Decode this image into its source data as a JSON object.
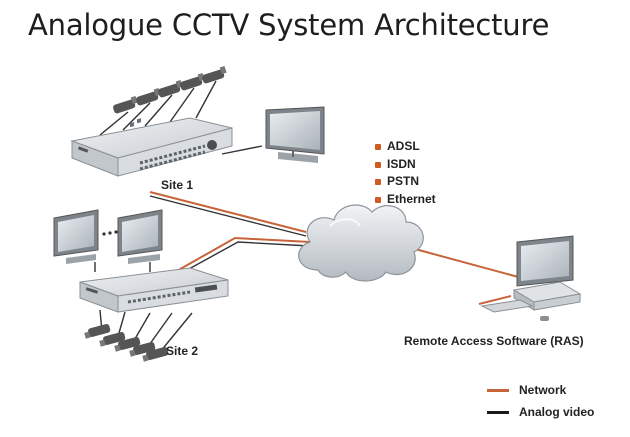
{
  "title": "Analogue CCTV System Architecture",
  "sites": {
    "site1_label": "Site 1",
    "site2_label": "Site 2"
  },
  "connection_types": [
    "ADSL",
    "ISDN",
    "PSTN",
    "Ethernet"
  ],
  "remote_label": "Remote Access Software (RAS)",
  "legend": [
    {
      "label": "Network",
      "color": "#c8643a"
    },
    {
      "label": "Analog video",
      "color": "#1a1a1a"
    }
  ],
  "colors": {
    "network": "#c8643a",
    "analog": "#1a1a1a",
    "bullet": "#d05a23"
  }
}
